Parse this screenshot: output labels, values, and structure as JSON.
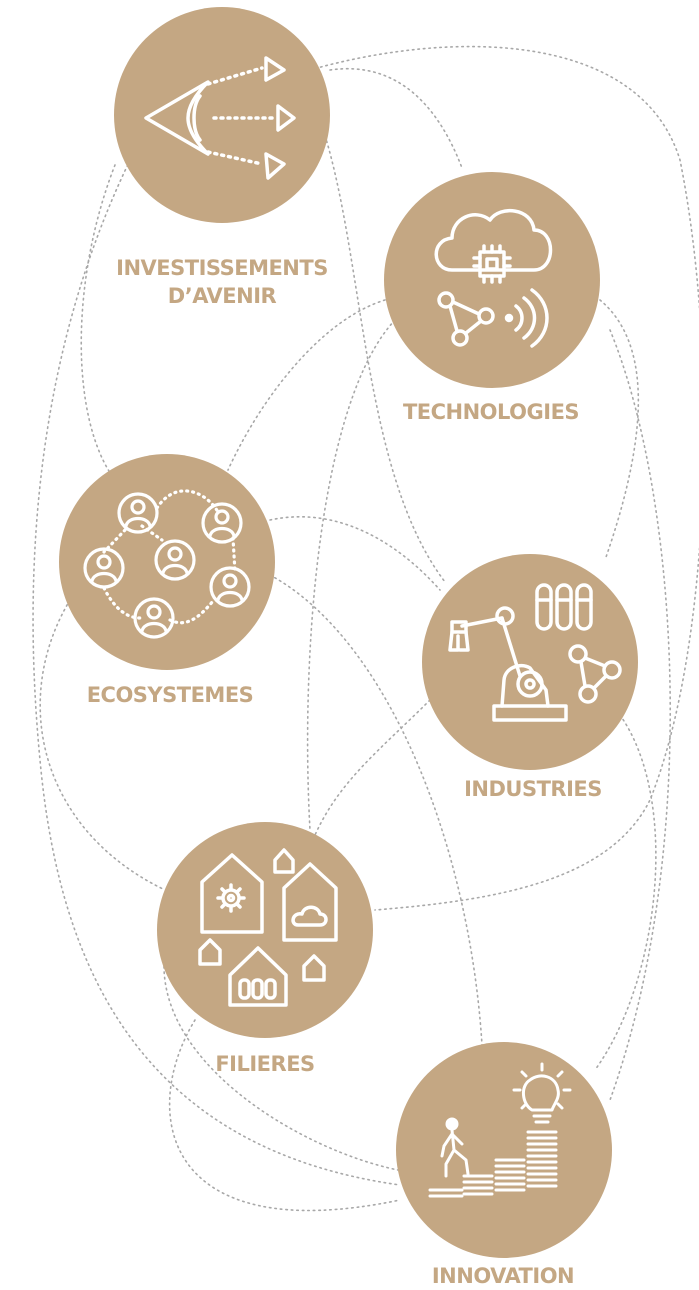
{
  "colors": {
    "node_fill": "#c4a783",
    "icon_stroke": "#ffffff",
    "connector": "#a8a8a8",
    "label": "#c4a783"
  },
  "nodes": [
    {
      "id": "investissements",
      "icon": "eye-arrows-icon",
      "label_line1": "INVESTISSEMENTS",
      "label_line2": "D’AVENIR"
    },
    {
      "id": "technologies",
      "icon": "cloud-chip-network-icon",
      "label_line1": "TECHNOLOGIES",
      "label_line2": ""
    },
    {
      "id": "ecosystemes",
      "icon": "people-network-icon",
      "label_line1": "ECOSYSTEMES",
      "label_line2": ""
    },
    {
      "id": "industries",
      "icon": "robot-arm-lab-icon",
      "label_line1": "INDUSTRIES",
      "label_line2": ""
    },
    {
      "id": "filieres",
      "icon": "houses-icon",
      "label_line1": "FILIERES",
      "label_line2": ""
    },
    {
      "id": "innovation",
      "icon": "person-stairs-bulb-icon",
      "label_line1": "INNOVATION",
      "label_line2": ""
    }
  ]
}
